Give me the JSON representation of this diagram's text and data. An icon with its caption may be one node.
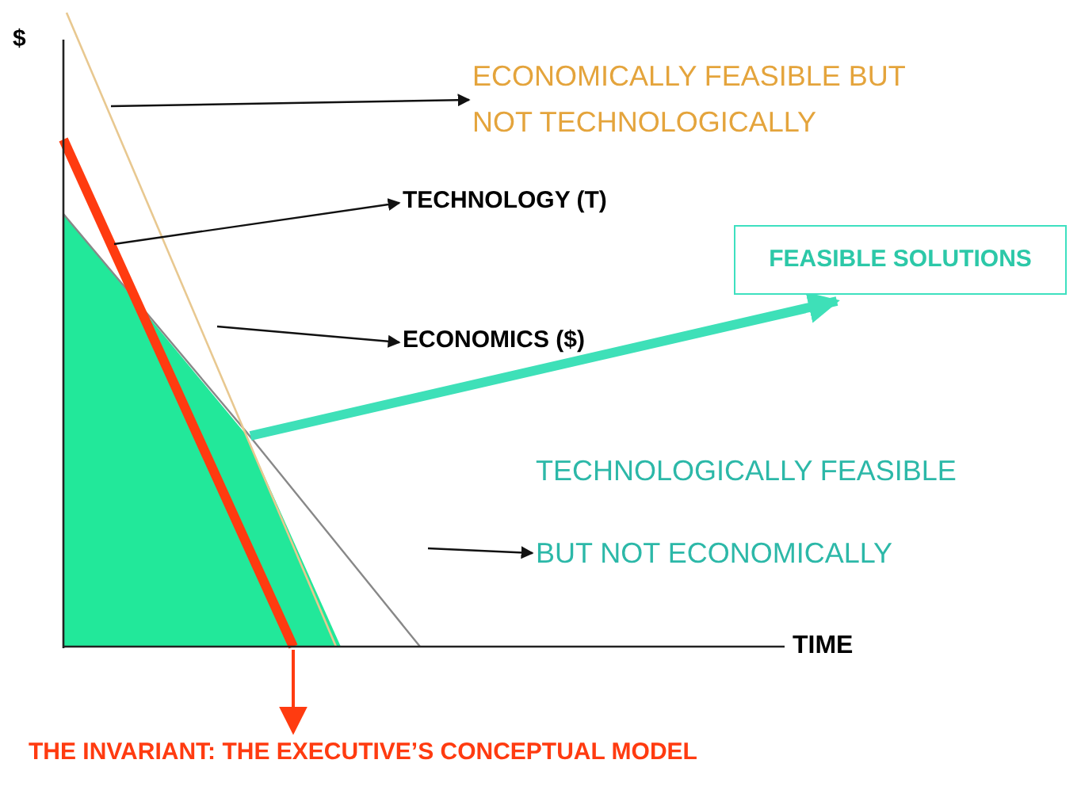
{
  "diagram": {
    "nodes": [
      {
        "text": [
          "ECONOMICALLY FEASIBLE BUT NOT TECHNOLOGICALLY"
        ]
      },
      {
        "text": [
          "TECHNOLOGY (T)"
        ]
      },
      {
        "text": [
          "ECONOMICS ($)"
        ]
      },
      {
        "text": [
          "FEASIBLE SOLUTIONS"
        ]
      },
      {
        "text": [
          "TECHNOLOGICALLY FEASIBLE"
        ]
      },
      {
        "text": [
          "BUT NOT ECONOMICALLY"
        ]
      },
      {
        "text": [
          "THE INVARIANT: THE EXECUTIVE’S CONCEPTUAL MODEL"
        ]
      }
    ],
    "edges": [
      {
        "from": null,
        "to": 0,
        "arrow": "to"
      },
      {
        "from": null,
        "to": 1,
        "arrow": "to"
      },
      {
        "from": null,
        "to": 2,
        "arrow": "to"
      },
      {
        "from": null,
        "to": 3,
        "arrow": "to",
        "style": "thick",
        "color": "#3ee0b8"
      },
      {
        "from": null,
        "to": 5,
        "arrow": "to"
      },
      {
        "from": null,
        "to": 6,
        "arrow": "to",
        "color": "#ff3b10"
      }
    ],
    "labels": [
      "$",
      "TIME"
    ]
  }
}
